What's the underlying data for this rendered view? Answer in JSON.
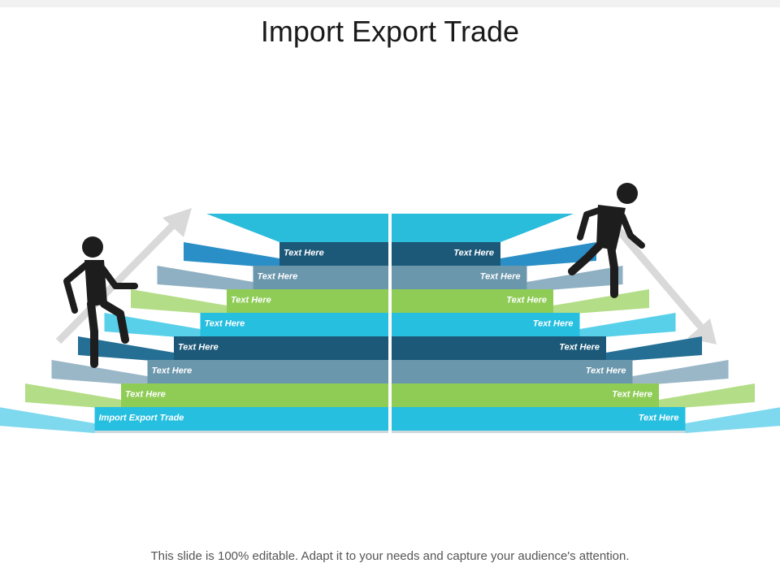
{
  "title": "Import Export Trade",
  "footer": "This slide is 100% editable. Adapt it to your needs and capture your audience's attention.",
  "diagram": {
    "left_labels": [
      "Text Here",
      "Text Here",
      "Text Here",
      "Text Here",
      "Text Here",
      "Text Here",
      "Text Here",
      "Import Export Trade"
    ],
    "right_labels": [
      "Text Here",
      "Text Here",
      "Text Here",
      "Text Here",
      "Text Here",
      "Text Here",
      "Text Here",
      "Text Here"
    ],
    "colors": {
      "step_fronts": [
        "#1c5878",
        "#6b97ac",
        "#8fcc56",
        "#27bfe0",
        "#1c5878",
        "#6b97ac",
        "#8fcc56",
        "#27bfe0"
      ],
      "step_sides": [
        "#2a8fc7",
        "#8fb0c2",
        "#b3dd86",
        "#58d0ea",
        "#256f95",
        "#9ab7c7",
        "#b3dd86",
        "#7fd9ee"
      ],
      "top_face": "#29bcdb",
      "arrow": "#d9d9d9",
      "figure": "#1d1d1d"
    },
    "icons": [
      "person-climbing-icon",
      "person-descending-icon",
      "arrow-up-right-icon",
      "arrow-down-right-icon"
    ]
  }
}
